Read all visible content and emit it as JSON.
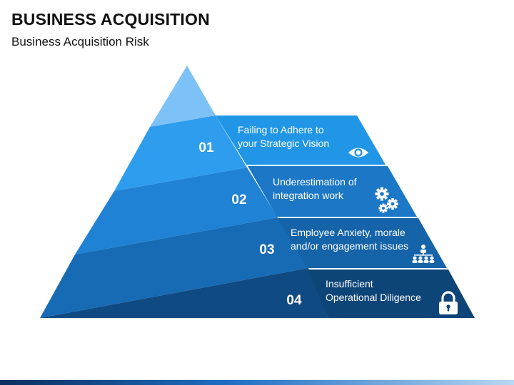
{
  "header": {
    "title": "BUSINESS ACQUISITION",
    "subtitle": "Business Acquisition Risk"
  },
  "levels": [
    {
      "number": "01",
      "lines": [
        "Failing to Adhere to",
        "your Strategic Vision"
      ],
      "icon": "eye-icon",
      "color": "#2196e6"
    },
    {
      "number": "02",
      "lines": [
        "Underestimation of",
        "integration work"
      ],
      "icon": "gears-icon",
      "color": "#1c78c6"
    },
    {
      "number": "03",
      "lines": [
        "Employee Anxiety, morale",
        "and/or engagement issues"
      ],
      "icon": "people-hierarchy-icon",
      "color": "#1563a8"
    },
    {
      "number": "04",
      "lines": [
        "Insufficient",
        "Operational Diligence"
      ],
      "icon": "lock-icon",
      "color": "#0e4579"
    }
  ],
  "colors": {
    "apex": "#7cc2f7",
    "text_on_dark": "#ffffff"
  }
}
